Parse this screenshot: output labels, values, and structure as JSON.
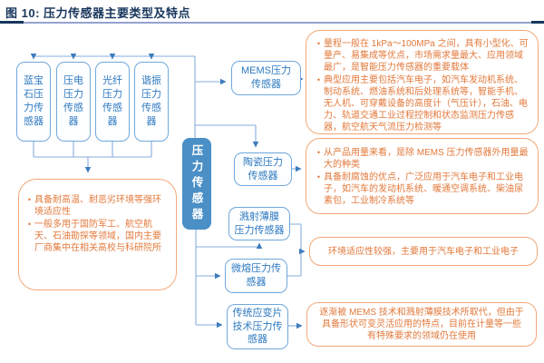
{
  "header": {
    "title": "图 10:  压力传感器主要类型及特点"
  },
  "colors": {
    "title_navy": "#17365D",
    "rule_blue": "#95A3CE",
    "node_fill_blue": "#4A8FC6",
    "type_box_border_blue": "#6FA8DC",
    "type_box_text_blue": "#2E79C0",
    "note_box_border_orange": "#F2A878",
    "note_text_orange": "#E2793B",
    "connector_blue": "#85AEDC"
  },
  "root_node": {
    "label": "压力传感器"
  },
  "left_types": {
    "items": [
      "蓝宝石压力传感器",
      "压电压力传感器",
      "光纤压力传感器",
      "谐振压力传感器"
    ],
    "note_points": [
      "具备耐高温、耐恶劣环境等强环境适应性",
      "一般多用于国防军工、航空航天、石油勘探等领域，国内主要厂商集中在相关高校与科研院所"
    ]
  },
  "right_types": {
    "mems": {
      "label": "MEMS压力\n传感器",
      "notes": [
        "量程一般在 1kPa～100MPa 之间，具有小型化、可量产、易集成等优点，市场需求量最大、应用领域最广，是智能压力传感器的重要载体",
        "典型应用主要包括汽车电子，如汽车发动机系统、制动系统、燃油系统和后处理系统等，智能手机、无人机、可穿戴设备的高度计（气压计），石油、电力、轨道交通工业过程控制和状态监测压力传感器，航空航天气流压力检测等"
      ]
    },
    "ceramic": {
      "label": "陶瓷压力\n传感器",
      "notes": [
        "从产品用量来看，是除 MEMS 压力传感器外用量最大的种类",
        "具备耐腐蚀的优点，广泛应用于汽车电子和工业电子，如汽车的发动机系统、暖通空调系统、柴油尿素包，工业制冷系统等"
      ]
    },
    "sputtered_film": {
      "label": "溅射薄膜\n压力传感器"
    },
    "microfused": {
      "label": "微熔压力传\n感器"
    },
    "shared_note_sputtered_microfused": "环境适应性较强，主要用于汽车电子和工业电子",
    "strain_gauge": {
      "label": "传统应变片\n技术压力传\n感器",
      "note": "逐渐被 MEMS 技术和溅射薄膜技术所取代，但由于具备形状可变灵活应用的特点，目前在计量等一些有特殊要求的领域仍在使用"
    }
  }
}
